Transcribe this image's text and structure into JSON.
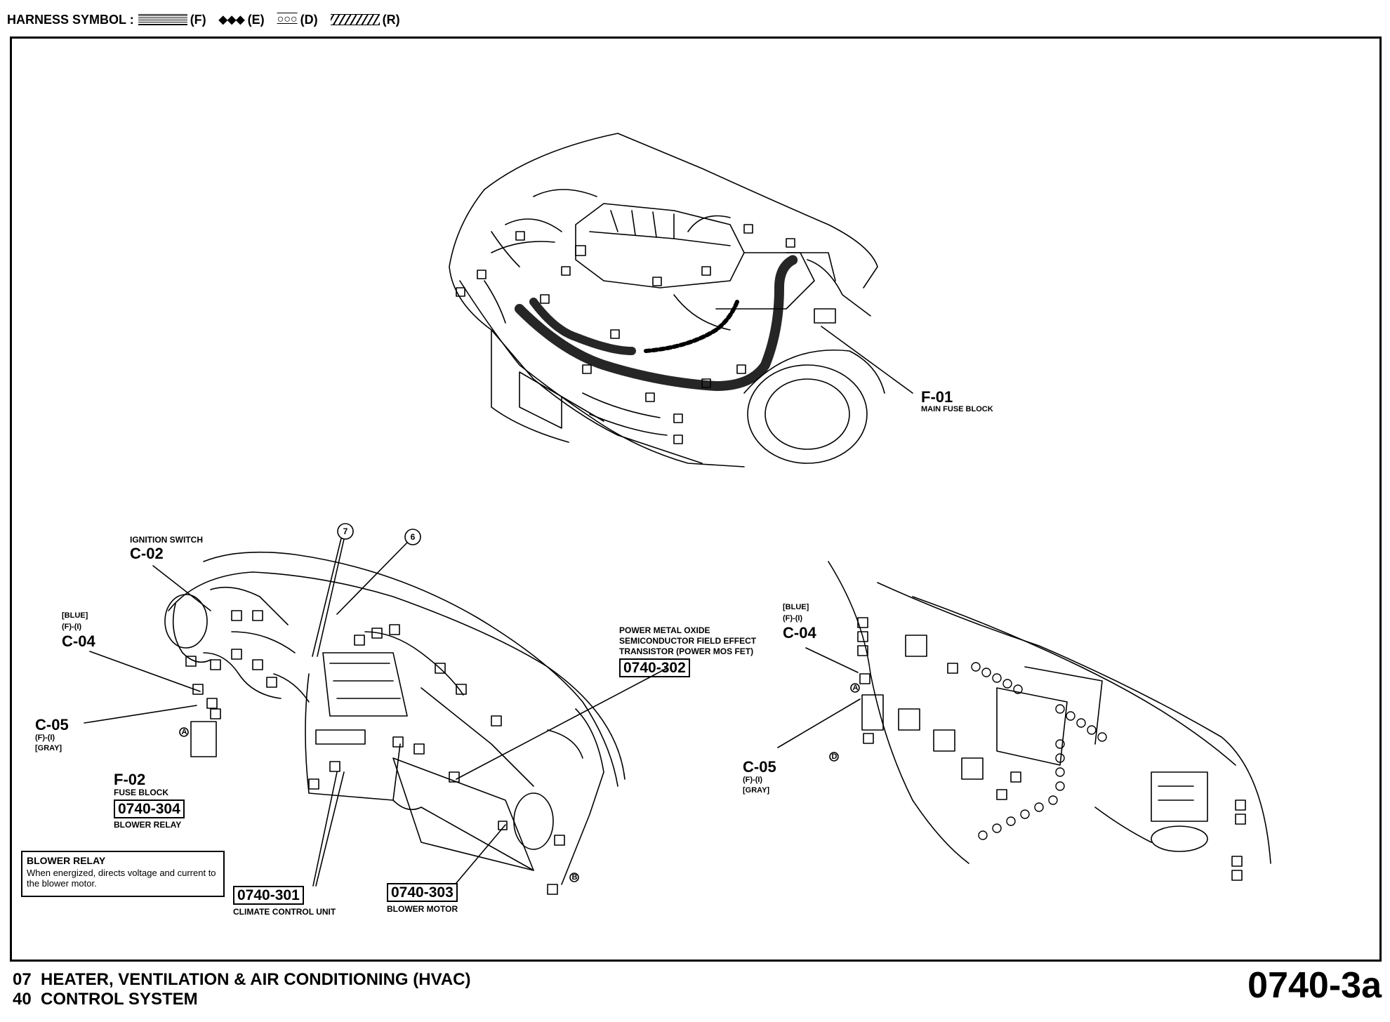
{
  "legend": {
    "label": "HARNESS SYMBOL :",
    "items": [
      {
        "code": "(F)"
      },
      {
        "code": "(E)"
      },
      {
        "code": "(D)"
      },
      {
        "code": "(R)"
      }
    ]
  },
  "engine_view": {
    "f01": {
      "code": "F-01",
      "desc": "MAIN FUSE BLOCK"
    }
  },
  "dash_view": {
    "ignition": {
      "desc": "IGNITION SWITCH",
      "code": "C-02"
    },
    "c04": {
      "color": "[BLUE]",
      "conn": "(F)-(I)",
      "code": "C-04"
    },
    "c05": {
      "code": "C-05",
      "conn": "(F)-(I)",
      "color": "[GRAY]"
    },
    "f02": {
      "code": "F-02",
      "desc": "FUSE BLOCK",
      "ref": "0740-304",
      "ref_desc": "BLOWER RELAY"
    },
    "callout7": "7",
    "callout6": "6",
    "mosfet": {
      "line1": "POWER METAL OXIDE",
      "line2": "SEMICONDUCTOR FIELD EFFECT",
      "line3": "TRANSISTOR (POWER MOS FET)",
      "ref": "0740-302"
    },
    "ccu": {
      "ref": "0740-301",
      "desc": "CLIMATE CONTROL UNIT"
    },
    "blower_motor": {
      "ref": "0740-303",
      "desc": "BLOWER MOTOR"
    },
    "marker_a": "A",
    "marker_b": "B"
  },
  "right_view": {
    "c04": {
      "color": "[BLUE]",
      "conn": "(F)-(I)",
      "code": "C-04"
    },
    "c05": {
      "code": "C-05",
      "conn": "(F)-(I)",
      "color": "[GRAY]"
    },
    "marker_a": "A",
    "marker_d": "D"
  },
  "description": {
    "title": "BLOWER RELAY",
    "text": "When energized, directs voltage and current to the blower motor."
  },
  "footer": {
    "line1_num": "07",
    "line1_text": "HEATER, VENTILATION & AIR CONDITIONING (HVAC)",
    "line2_num": "40",
    "line2_text": "CONTROL SYSTEM",
    "page_code": "0740-3a"
  }
}
